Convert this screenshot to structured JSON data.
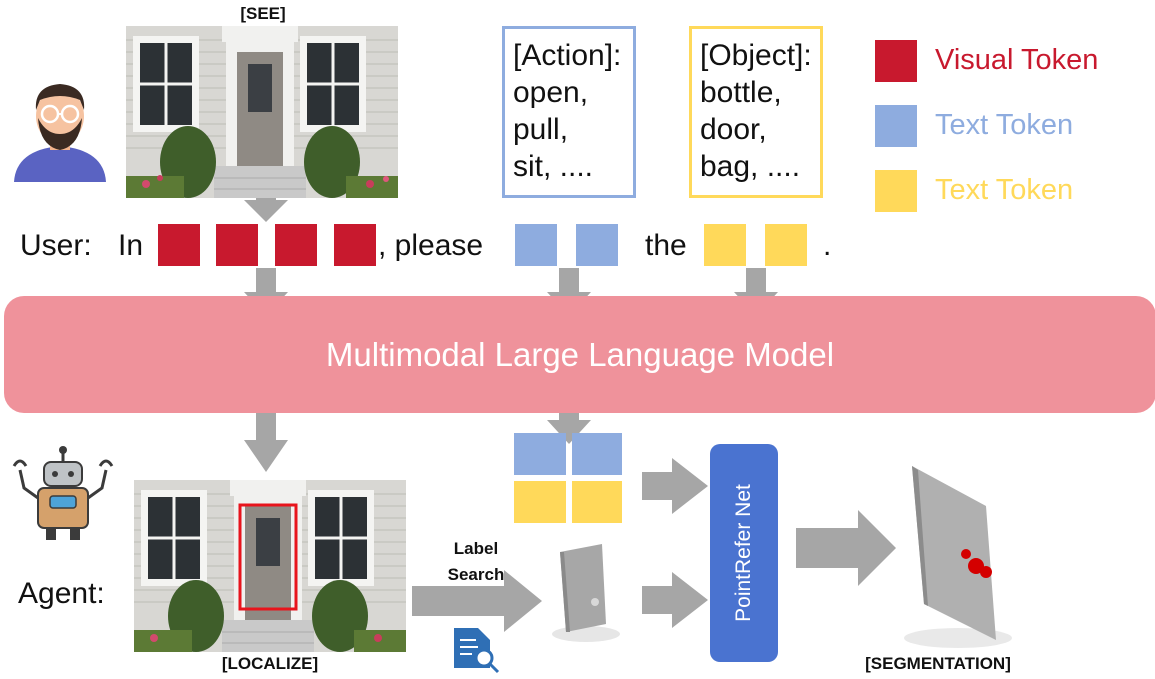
{
  "labels": {
    "see": "[SEE]",
    "localize": "[LOCALIZE]",
    "segmentation": "[SEGMENTATION]",
    "label_search_line1": "Label",
    "label_search_line2": "Search"
  },
  "sentence": {
    "prefix": "User:",
    "in": "In",
    "please": ", please",
    "the": "the",
    "period": "."
  },
  "agent_label": "Agent:",
  "action_box": {
    "title": "[Action]:",
    "lines": [
      "open,",
      "pull,",
      "sit, ...."
    ]
  },
  "object_box": {
    "title": "[Object]:",
    "lines": [
      "bottle,",
      "door,",
      "bag, ...."
    ]
  },
  "legend": [
    {
      "label": "Visual Token",
      "color": "#c8192e"
    },
    {
      "label": "Text Token",
      "color": "#8eacdf"
    },
    {
      "label": "Text Token",
      "color": "#ffd95a"
    }
  ],
  "model_label": "Multimodal Large Language Model",
  "net_label": "PointRefer Net",
  "colors": {
    "arrow": "#a6a6a6",
    "model_fill": "#ef929b",
    "net_fill": "#4a73d0",
    "action_border": "#8eacdf",
    "object_border": "#ffd95a",
    "localize_box": "#e8141c",
    "highlight": "#d40000"
  },
  "icons": [
    "user-avatar-icon",
    "robot-icon",
    "document-search-icon"
  ]
}
